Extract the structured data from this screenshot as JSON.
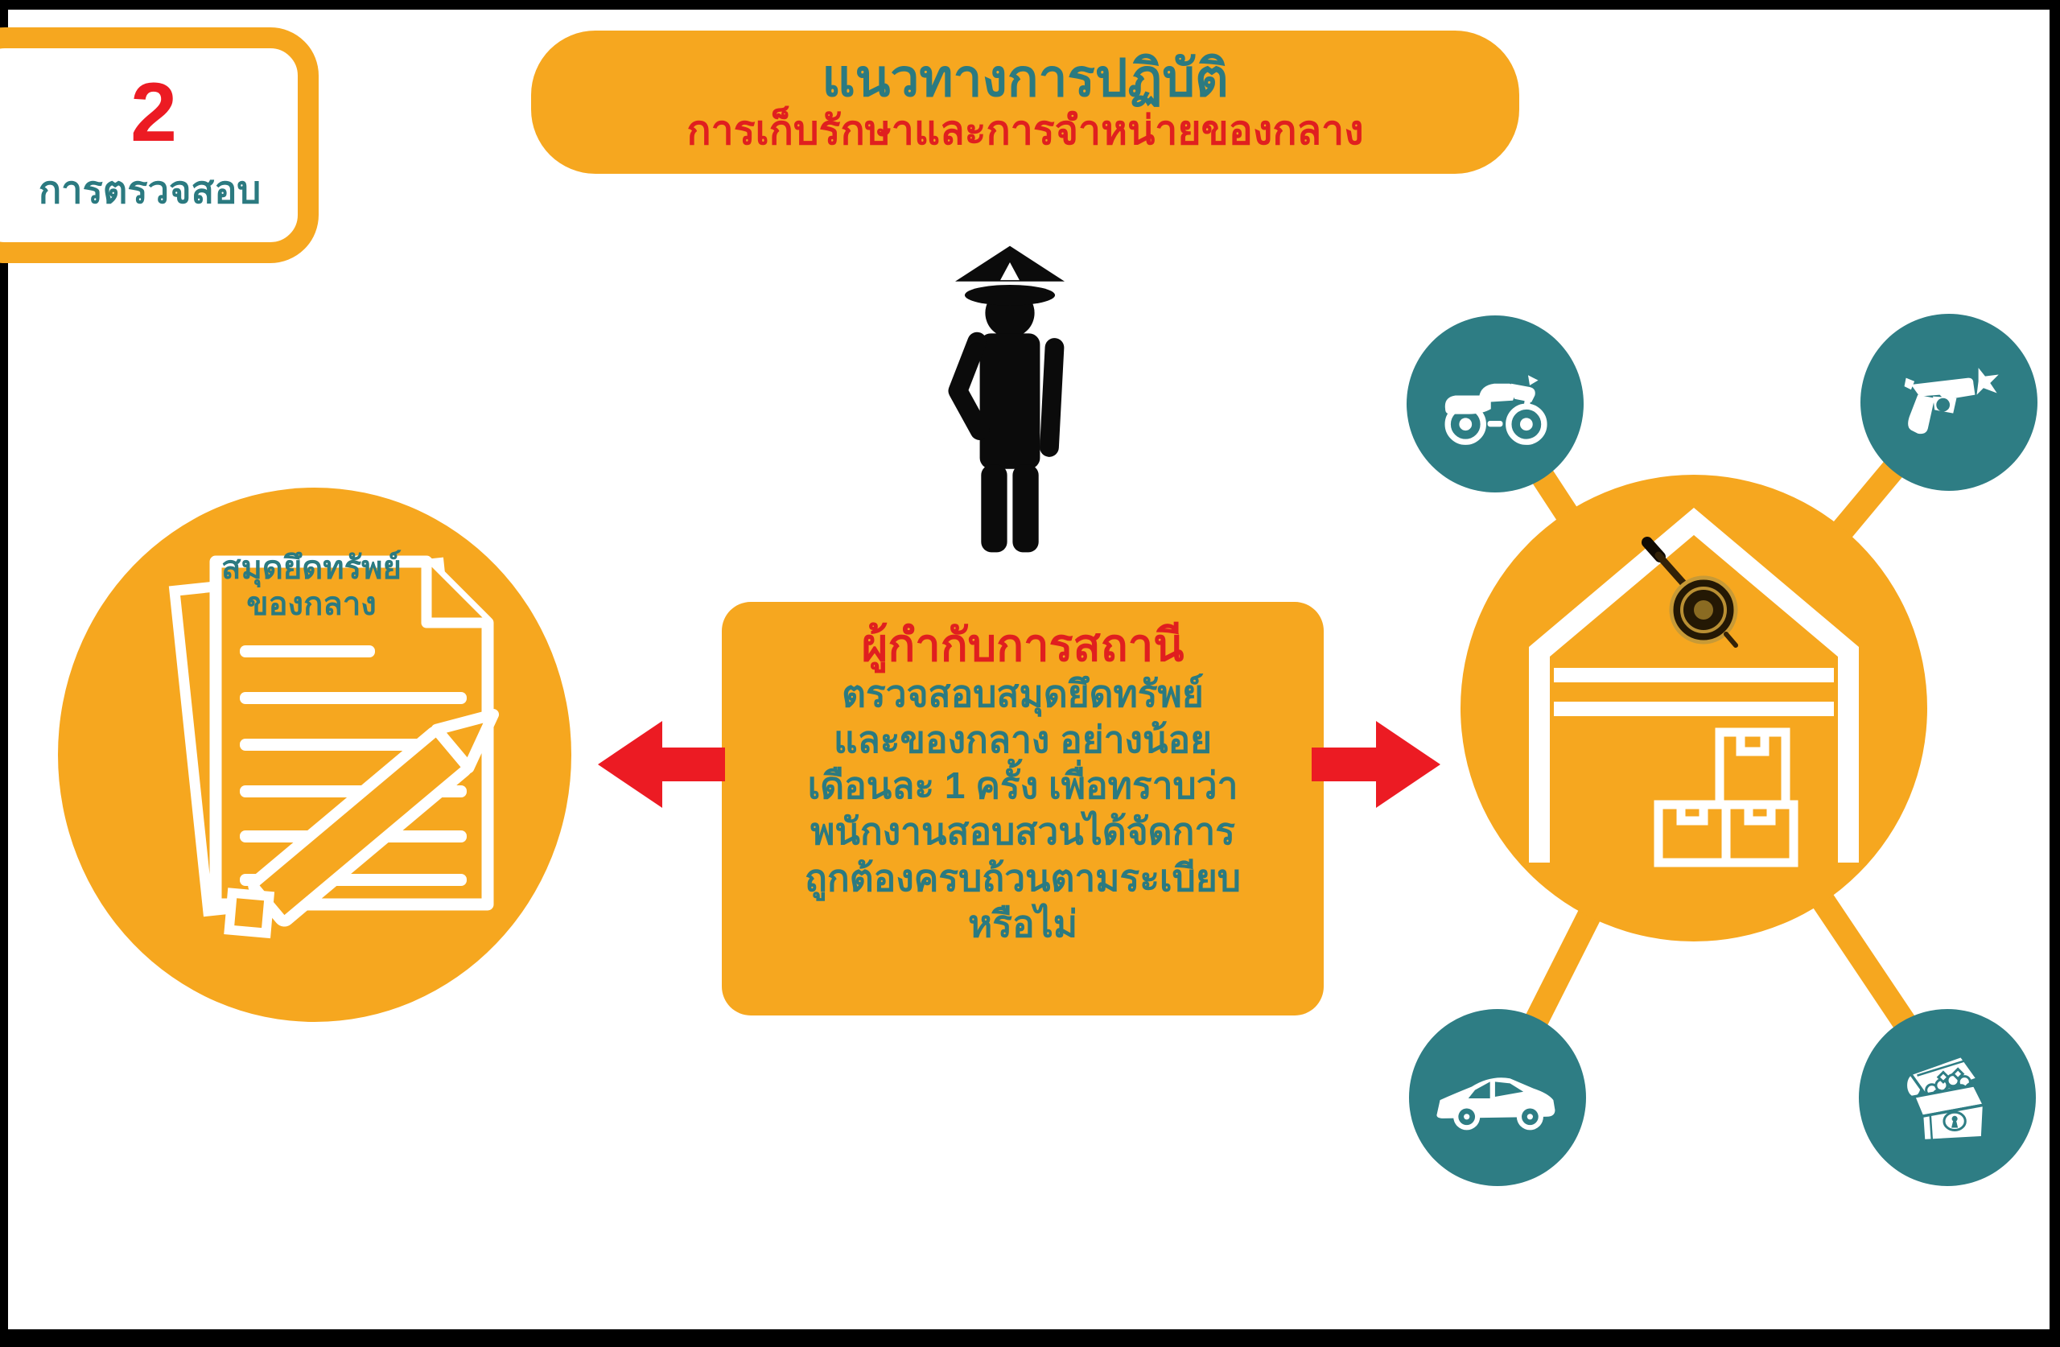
{
  "colors": {
    "orange": "#F6A71F",
    "teal_circle": "#2E7D84",
    "teal_text": "#2B7A80",
    "red": "#EC1B23",
    "frame_black": "#000000",
    "seal_gold": "#C89A36",
    "seal_dark": "#241804"
  },
  "badge": {
    "number": "2",
    "label": "การตรวจสอบ"
  },
  "banner": {
    "title": "แนวทางการปฏิบัติ",
    "subtitle": "การเก็บรักษาและการจำหน่ายของกลาง"
  },
  "center_box": {
    "title": "ผู้กำกับการสถานี",
    "lines": [
      "ตรวจสอบสมุดยึดทรัพย์",
      "และของกลาง อย่างน้อย",
      "เดือนละ 1 ครั้ง เพื่อทราบว่า",
      "พนักงานสอบสวนได้จัดการ",
      "ถูกต้องครบถ้วนตามระเบียบ",
      "หรือไม่"
    ]
  },
  "ledger_circle": {
    "label_line1": "สมุดยึดทรัพย์",
    "label_line2": "ของกลาง",
    "icon": "ledger-document-pencil-icon"
  },
  "officer": {
    "icon": "police-officer-icon"
  },
  "storage_hub": {
    "icon": "warehouse-icon",
    "seal_icon": "police-seal-magnifier-icon",
    "satellites": [
      {
        "icon": "motorcycle-icon"
      },
      {
        "icon": "handgun-icon"
      },
      {
        "icon": "car-icon"
      },
      {
        "icon": "treasure-chest-icon"
      }
    ]
  },
  "arrows": {
    "left_icon": "arrow-left-icon",
    "right_icon": "arrow-right-icon"
  }
}
